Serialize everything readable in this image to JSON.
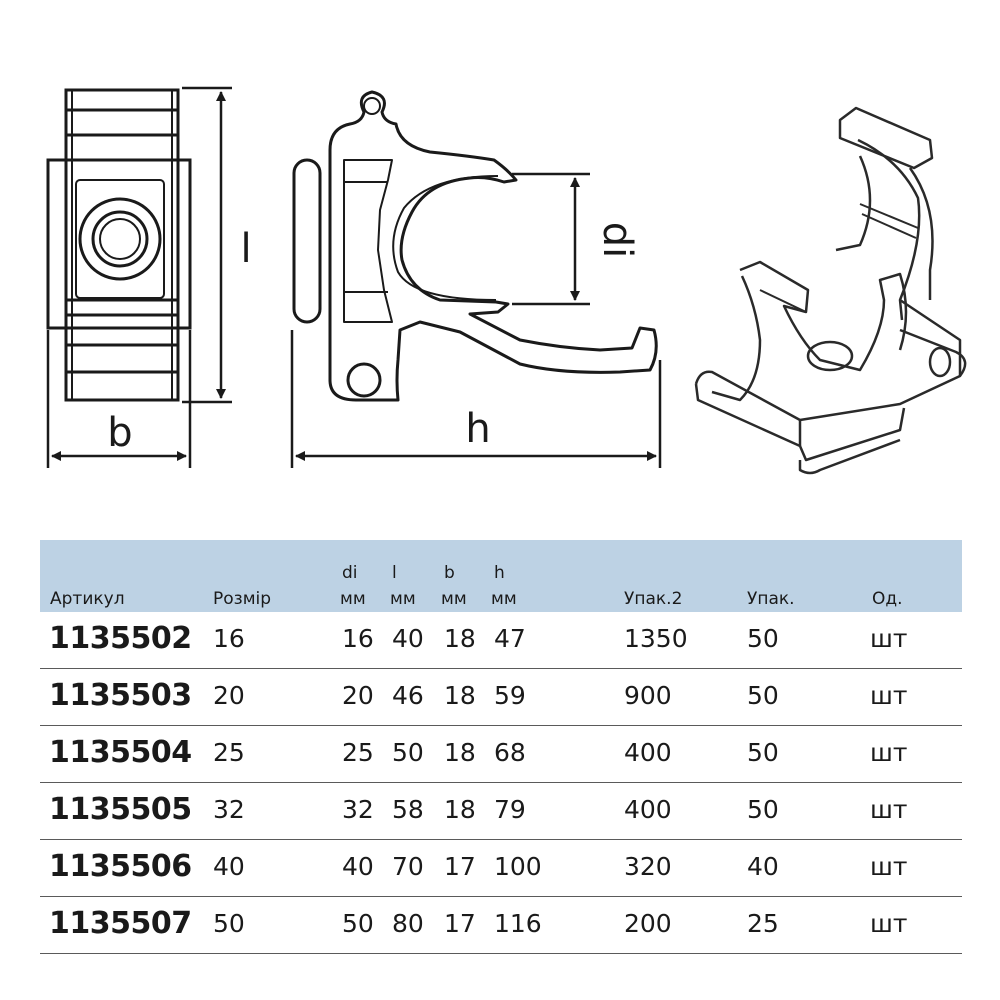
{
  "drawing": {
    "labels": {
      "l": "l",
      "b": "b",
      "h": "h",
      "di": "di"
    }
  },
  "table": {
    "headers": {
      "article": "Артикул",
      "size": "Розмір",
      "di": "di",
      "l": "l",
      "b": "b",
      "h": "h",
      "unit_mm": "мм",
      "pack2": "Упак.2",
      "pack": "Упак.",
      "unit": "Од."
    },
    "rows": [
      {
        "article": "1135502",
        "size": "16",
        "di": "16",
        "l": "40",
        "b": "18",
        "h": "47",
        "pack2": "1350",
        "pack": "50",
        "unit": "шт"
      },
      {
        "article": "1135503",
        "size": "20",
        "di": "20",
        "l": "46",
        "b": "18",
        "h": "59",
        "pack2": "900",
        "pack": "50",
        "unit": "шт"
      },
      {
        "article": "1135504",
        "size": "25",
        "di": "25",
        "l": "50",
        "b": "18",
        "h": "68",
        "pack2": "400",
        "pack": "50",
        "unit": "шт"
      },
      {
        "article": "1135505",
        "size": "32",
        "di": "32",
        "l": "58",
        "b": "18",
        "h": "79",
        "pack2": "400",
        "pack": "50",
        "unit": "шт"
      },
      {
        "article": "1135506",
        "size": "40",
        "di": "40",
        "l": "70",
        "b": "17",
        "h": "100",
        "pack2": "320",
        "pack": "40",
        "unit": "шт"
      },
      {
        "article": "1135507",
        "size": "50",
        "di": "50",
        "l": "80",
        "b": "17",
        "h": "116",
        "pack2": "200",
        "pack": "25",
        "unit": "шт"
      }
    ]
  }
}
